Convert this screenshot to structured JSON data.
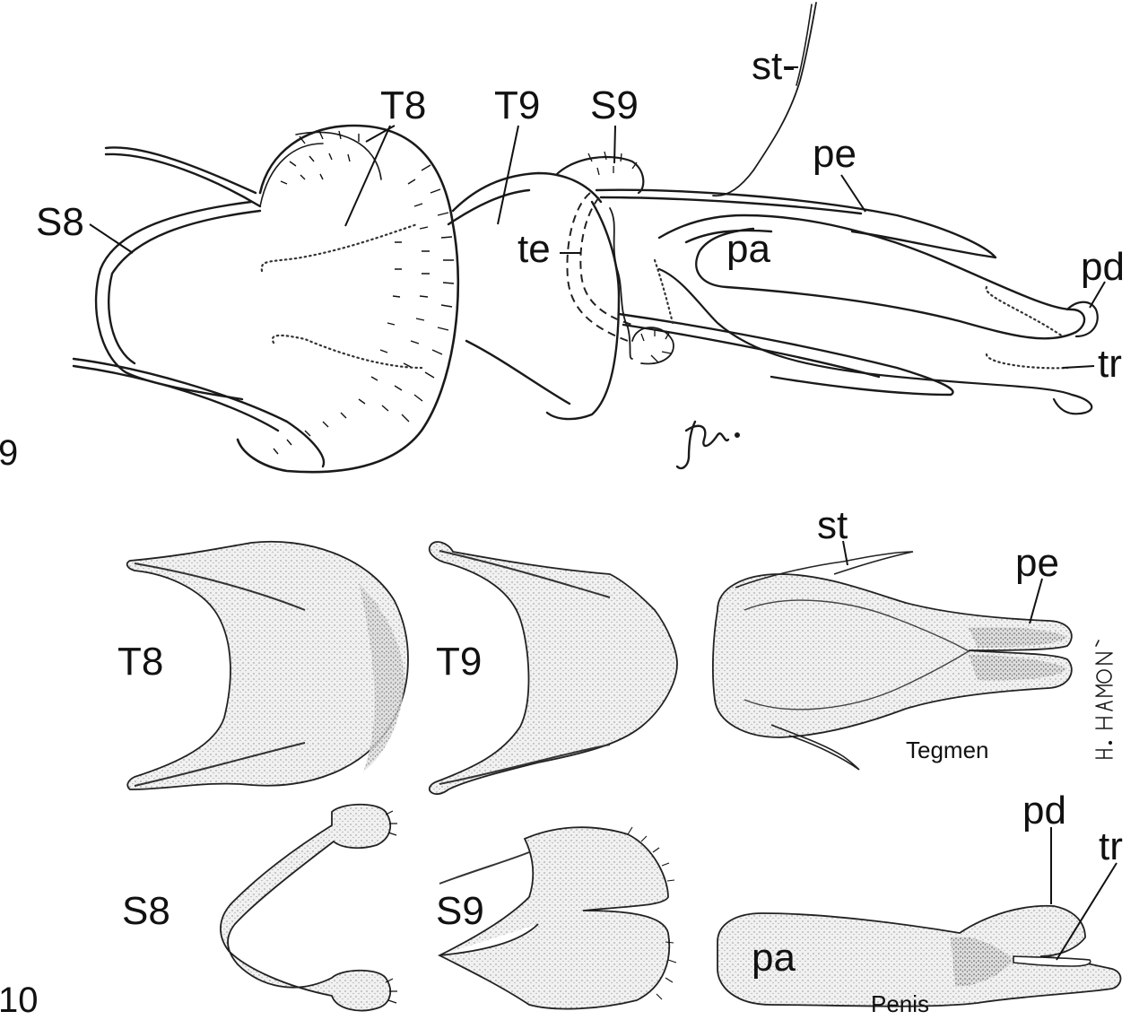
{
  "figure9": {
    "number": "9",
    "labels": {
      "T8": "T8",
      "T9": "T9",
      "S9": "S9",
      "S8": "S8",
      "te": "te",
      "st": "st-",
      "pe": "pe",
      "pa": "pa",
      "pd": "pd",
      "tr": "tr"
    }
  },
  "figure10": {
    "number": "10",
    "labels": {
      "T8": "T8",
      "T9": "T9",
      "S8": "S8",
      "S9": "S9",
      "st": "st",
      "pe": "pe",
      "pa": "pa",
      "pd": "pd",
      "tr": "tr",
      "tegmen": "Tegmen",
      "penis": "Penis"
    }
  },
  "signatures": {
    "artist_initials": "Ja.",
    "artist_name": "H. HAMON"
  },
  "colors": {
    "ink": "#1a1a1a",
    "stipple_fill": "#e6e6e6",
    "stipple_dark": "#cfcfcf"
  }
}
